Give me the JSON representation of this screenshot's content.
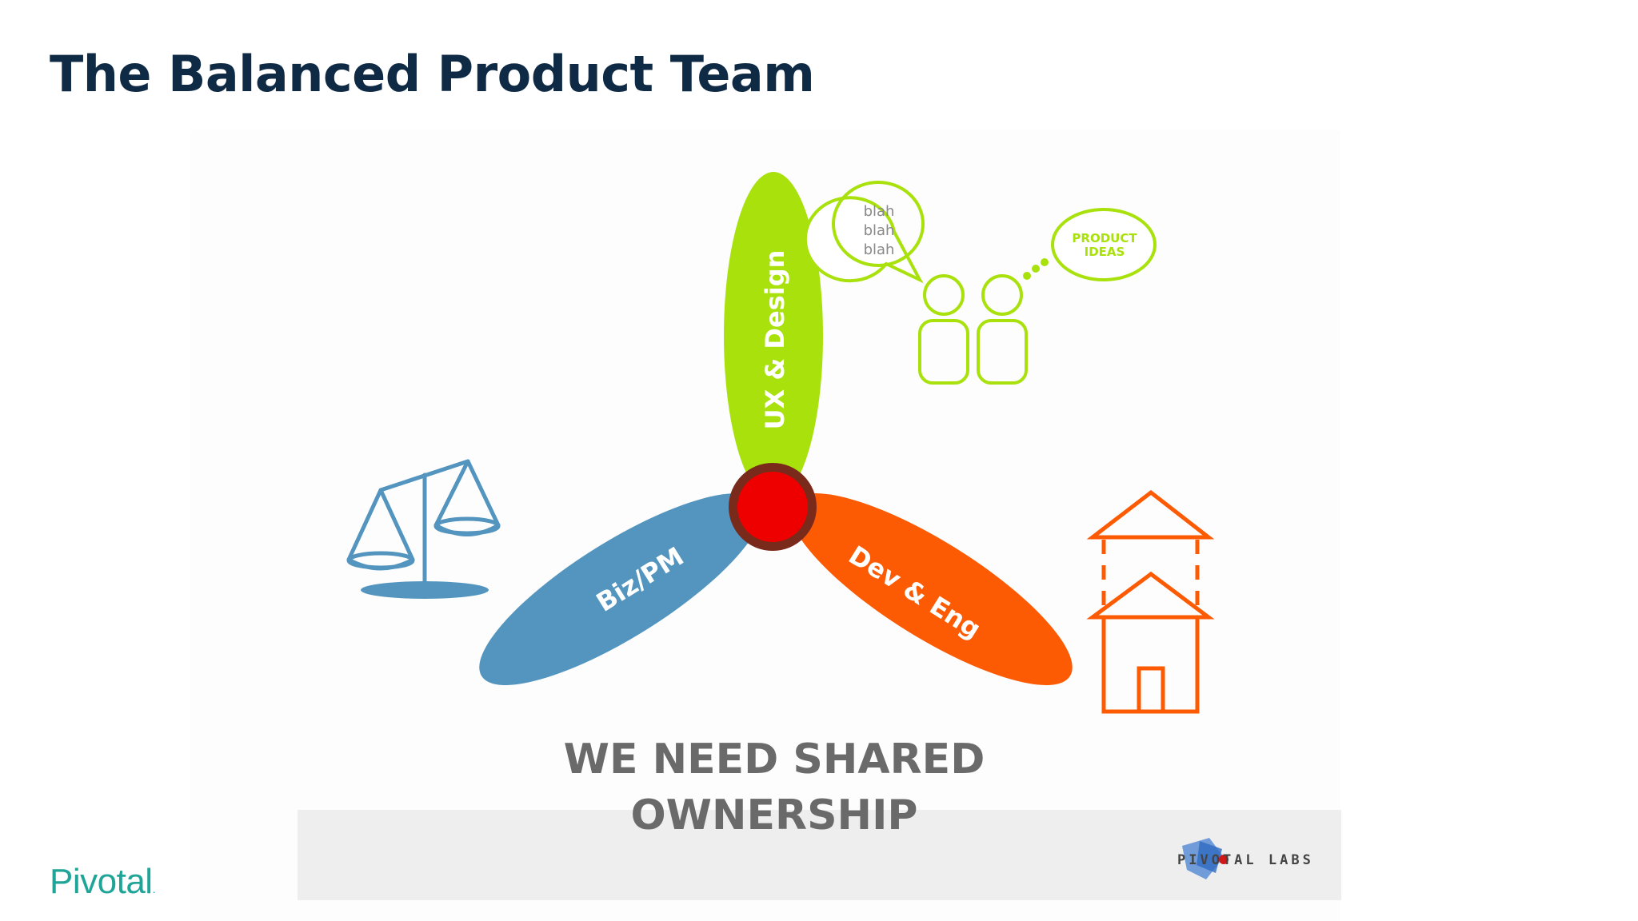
{
  "slide": {
    "title": "The Balanced Product Team",
    "brand": "Pivotal"
  },
  "diagram": {
    "petals": [
      {
        "label": "UX & Design",
        "color": "#a8e10c",
        "icon": "people-talking-icon"
      },
      {
        "label": "Biz/PM",
        "color": "#5395bf",
        "icon": "balance-scale-icon"
      },
      {
        "label": "Dev & Eng",
        "color": "#fd5b03",
        "icon": "house-extension-icon"
      }
    ],
    "hub_color": "#ee0000",
    "speech_bubble": {
      "lines": [
        "blah",
        "blah",
        "blah"
      ]
    },
    "thought_bubble": {
      "lines": [
        "PRODUCT",
        "IDEAS"
      ]
    },
    "caption_lines": [
      "WE NEED SHARED",
      "OWNERSHIP"
    ],
    "watermark_logo": "PIVOTAL LABS"
  },
  "colors": {
    "title": "#0f2a44",
    "brand": "#1fa598",
    "caption": "#6a6a6a"
  }
}
